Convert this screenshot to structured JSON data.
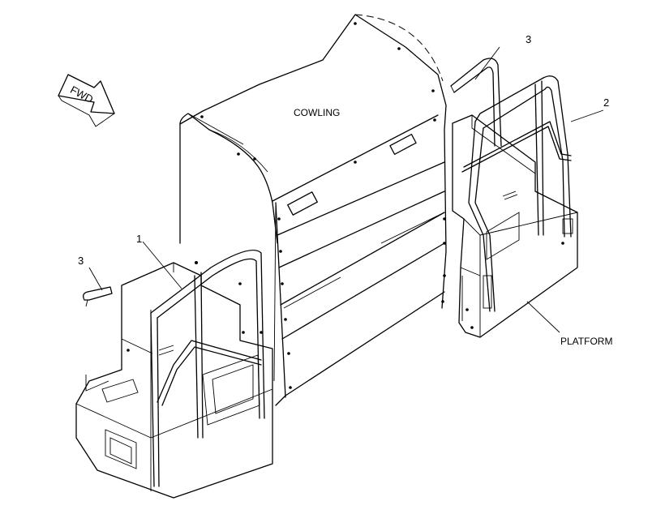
{
  "labels": {
    "fwd": "FWD",
    "cowling": "COWLING",
    "platform": "PLATFORM",
    "callout_1": "1",
    "callout_2": "2",
    "callout_3_top": "3",
    "callout_3_left": "3"
  }
}
